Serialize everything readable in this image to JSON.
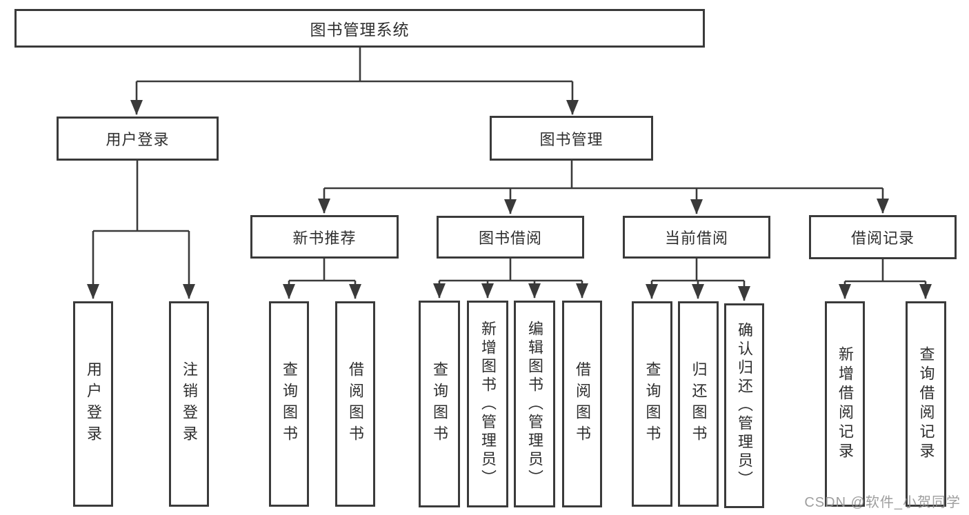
{
  "nodes": {
    "root": {
      "label": "图书管理系统"
    },
    "user_login": {
      "label": "用户登录"
    },
    "book_mgmt": {
      "label": "图书管理"
    },
    "leaf_user_login": {
      "label": "用户登录"
    },
    "leaf_logout": {
      "label": "注销登录"
    },
    "new_book_rec": {
      "label": "新书推荐"
    },
    "book_borrow": {
      "label": "图书借阅"
    },
    "current_borrow": {
      "label": "当前借阅"
    },
    "borrow_records": {
      "label": "借阅记录"
    },
    "nbr_query_book": {
      "label": "查询图书"
    },
    "nbr_borrow_book": {
      "label": "借阅图书"
    },
    "bb_query_book": {
      "label": "查询图书"
    },
    "bb_add_book": {
      "label": "新增图书（管理员）"
    },
    "bb_edit_book": {
      "label": "编辑图书（管理员）"
    },
    "bb_borrow_book": {
      "label": "借阅图书"
    },
    "cb_query_book": {
      "label": "查询图书"
    },
    "cb_return_book": {
      "label": "归还图书"
    },
    "cb_confirm_return": {
      "label": "确认归还（管理员）"
    },
    "br_add_record": {
      "label": "新增借阅记录"
    },
    "br_query_record": {
      "label": "查询借阅记录"
    }
  },
  "tree": {
    "label": "图书管理系统",
    "children": [
      {
        "label": "用户登录",
        "children": [
          {
            "label": "用户登录"
          },
          {
            "label": "注销登录"
          }
        ]
      },
      {
        "label": "图书管理",
        "children": [
          {
            "label": "新书推荐",
            "children": [
              {
                "label": "查询图书"
              },
              {
                "label": "借阅图书"
              }
            ]
          },
          {
            "label": "图书借阅",
            "children": [
              {
                "label": "查询图书"
              },
              {
                "label": "新增图书（管理员）"
              },
              {
                "label": "编辑图书（管理员）"
              },
              {
                "label": "借阅图书"
              }
            ]
          },
          {
            "label": "当前借阅",
            "children": [
              {
                "label": "查询图书"
              },
              {
                "label": "归还图书"
              },
              {
                "label": "确认归还（管理员）"
              }
            ]
          },
          {
            "label": "借阅记录",
            "children": [
              {
                "label": "新增借阅记录"
              },
              {
                "label": "查询借阅记录"
              }
            ]
          }
        ]
      }
    ]
  },
  "colors": {
    "line": "#3a3a3a",
    "text": "#2e2e2e",
    "watermark": "#949494",
    "background": "#ffffff"
  },
  "watermark": {
    "text": "CSDN @软件_小贺同学"
  }
}
